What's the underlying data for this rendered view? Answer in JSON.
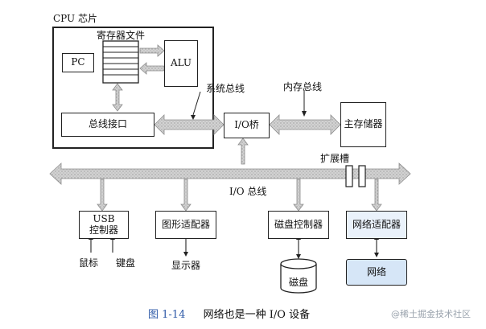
{
  "cpu_chip": {
    "label": "CPU 芯片"
  },
  "register_file": {
    "label": "寄存器文件"
  },
  "pc": {
    "label": "PC"
  },
  "alu": {
    "label": "ALU"
  },
  "bus_interface": {
    "label": "总线接口"
  },
  "system_bus": {
    "label": "系统总线"
  },
  "memory_bus": {
    "label": "内存总线"
  },
  "io_bridge": {
    "label": "I/O桥"
  },
  "main_memory": {
    "label": "主存储器"
  },
  "expansion_slots": {
    "label": "扩展槽"
  },
  "io_bus": {
    "label": "I/O 总线"
  },
  "usb_controller": {
    "line1": "USB",
    "line2": "控制器"
  },
  "graphics_adapter": {
    "label": "图形适配器"
  },
  "disk_controller": {
    "label": "磁盘控制器"
  },
  "network_adapter": {
    "label": "网络适配器"
  },
  "mouse": {
    "label": "鼠标"
  },
  "keyboard": {
    "label": "键盘"
  },
  "monitor": {
    "label": "显示器"
  },
  "disk": {
    "label": "磁盘"
  },
  "network": {
    "label": "网络"
  },
  "caption": {
    "figure": "图 1-14",
    "text": "网络也是一种 I/O 设备"
  },
  "watermark": {
    "text": "@稀土掘金技术社区"
  },
  "colors": {
    "bus_fill": "#c9c9c9",
    "network_fill": "#d6e6f7",
    "network_adapter_fill": "#eaf2fb",
    "caption_accent": "#2f5ba8"
  }
}
